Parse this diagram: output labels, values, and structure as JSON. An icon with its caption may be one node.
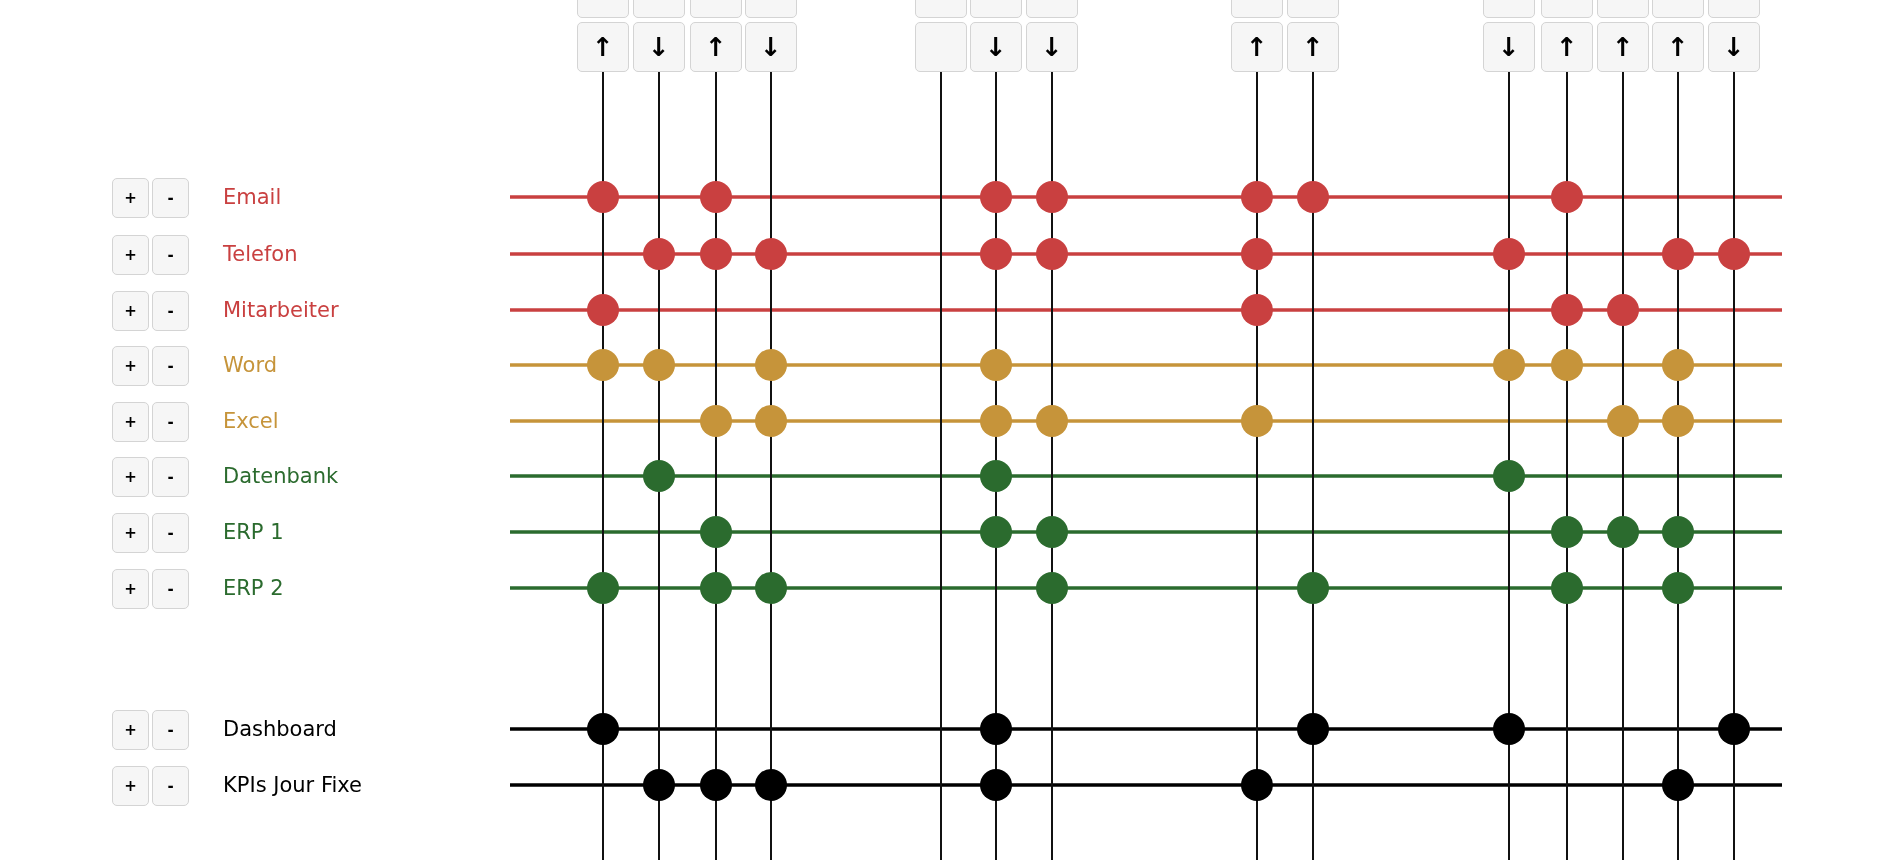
{
  "diagram": {
    "nodes": [
      {
        "text": [],
        "shape": "box"
      },
      {
        "text": [],
        "shape": "box"
      },
      {
        "text": [],
        "shape": "box"
      },
      {
        "text": [],
        "shape": "box"
      },
      {
        "text": [],
        "shape": "box"
      },
      {
        "text": [],
        "shape": "box"
      },
      {
        "text": [],
        "shape": "box"
      },
      {
        "text": [],
        "shape": "box"
      },
      {
        "text": [],
        "shape": "box"
      },
      {
        "text": [],
        "shape": "box"
      },
      {
        "text": [],
        "shape": "box"
      },
      {
        "text": [],
        "shape": "box"
      },
      {
        "text": [],
        "shape": "box"
      },
      {
        "text": [],
        "shape": "box"
      },
      {
        "text": [
          "↑"
        ]
      },
      {
        "text": [
          "↓"
        ]
      },
      {
        "text": [
          "↑"
        ]
      },
      {
        "text": [
          "↓"
        ]
      },
      {
        "text": [],
        "shape": "box"
      },
      {
        "text": [
          "↓"
        ]
      },
      {
        "text": [
          "↓"
        ]
      },
      {
        "text": [
          "↑"
        ]
      },
      {
        "text": [
          "↑"
        ]
      },
      {
        "text": [
          "↓"
        ]
      },
      {
        "text": [
          "↑"
        ]
      },
      {
        "text": [
          "↑"
        ]
      },
      {
        "text": [
          "↑"
        ]
      },
      {
        "text": [
          "↓"
        ]
      },
      {
        "text": [],
        "shape": "circle"
      },
      {
        "text": [],
        "shape": "circle"
      },
      {
        "text": [],
        "shape": "circle"
      },
      {
        "text": [],
        "shape": "circle"
      },
      {
        "text": [],
        "shape": "circle"
      },
      {
        "text": [],
        "shape": "circle"
      },
      {
        "text": [],
        "shape": "circle"
      },
      {
        "text": [],
        "shape": "circle"
      },
      {
        "text": [],
        "shape": "circle"
      },
      {
        "text": [],
        "shape": "circle"
      },
      {
        "text": [],
        "shape": "circle"
      },
      {
        "text": [],
        "shape": "circle"
      },
      {
        "text": [],
        "shape": "circle"
      },
      {
        "text": [],
        "shape": "circle"
      },
      {
        "text": [],
        "shape": "circle"
      },
      {
        "text": [],
        "shape": "circle"
      },
      {
        "text": [],
        "shape": "circle"
      },
      {
        "text": [],
        "shape": "circle"
      },
      {
        "text": [],
        "shape": "circle"
      },
      {
        "text": [],
        "shape": "circle"
      },
      {
        "text": [],
        "shape": "circle"
      },
      {
        "text": [],
        "shape": "circle"
      },
      {
        "text": [],
        "shape": "circle"
      },
      {
        "text": [],
        "shape": "circle"
      },
      {
        "text": [],
        "shape": "circle"
      },
      {
        "text": [],
        "shape": "circle"
      },
      {
        "text": [],
        "shape": "circle"
      },
      {
        "text": [],
        "shape": "circle"
      },
      {
        "text": [],
        "shape": "circle"
      },
      {
        "text": [],
        "shape": "circle"
      },
      {
        "text": [],
        "shape": "circle"
      },
      {
        "text": [],
        "shape": "circle"
      },
      {
        "text": [],
        "shape": "circle"
      },
      {
        "text": [],
        "shape": "circle"
      },
      {
        "text": [],
        "shape": "circle"
      },
      {
        "text": [],
        "shape": "circle"
      },
      {
        "text": [],
        "shape": "circle"
      },
      {
        "text": [],
        "shape": "circle"
      },
      {
        "text": [],
        "shape": "circle"
      },
      {
        "text": [],
        "shape": "circle"
      },
      {
        "text": [],
        "shape": "circle"
      },
      {
        "text": [],
        "shape": "circle"
      },
      {
        "text": [],
        "shape": "circle"
      },
      {
        "text": [],
        "shape": "circle"
      },
      {
        "text": [],
        "shape": "circle"
      },
      {
        "text": [],
        "shape": "circle"
      },
      {
        "text": [],
        "shape": "circle"
      },
      {
        "text": [],
        "shape": "circle"
      },
      {
        "text": [],
        "shape": "circle"
      },
      {
        "text": [],
        "shape": "circle"
      },
      {
        "text": [],
        "shape": "circle"
      },
      {
        "text": [],
        "shape": "circle"
      },
      {
        "text": [],
        "shape": "circle"
      },
      {
        "text": [],
        "shape": "circle"
      },
      {
        "text": [],
        "shape": "circle"
      },
      {
        "text": [],
        "shape": "circle"
      },
      {
        "text": [],
        "shape": "circle"
      },
      {
        "text": [],
        "shape": "circle"
      },
      {
        "text": [],
        "shape": "circle"
      },
      {
        "text": [],
        "shape": "circle"
      },
      {
        "text": [],
        "shape": "circle"
      }
    ],
    "edges": [
      {
        "from": 14,
        "to": null,
        "arrow": "none"
      },
      {
        "from": 15,
        "to": null,
        "arrow": "none"
      },
      {
        "from": 16,
        "to": null,
        "arrow": "none"
      },
      {
        "from": 17,
        "to": null,
        "arrow": "none"
      },
      {
        "from": 18,
        "to": null,
        "arrow": "none"
      },
      {
        "from": 19,
        "to": null,
        "arrow": "none"
      },
      {
        "from": 20,
        "to": null,
        "arrow": "none"
      },
      {
        "from": 21,
        "to": null,
        "arrow": "none"
      },
      {
        "from": 22,
        "to": null,
        "arrow": "none"
      },
      {
        "from": 23,
        "to": null,
        "arrow": "none"
      },
      {
        "from": 24,
        "to": null,
        "arrow": "none"
      },
      {
        "from": 25,
        "to": null,
        "arrow": "none"
      },
      {
        "from": 26,
        "to": null,
        "arrow": "none"
      },
      {
        "from": 27,
        "to": null,
        "arrow": "none"
      }
    ],
    "labels": [
      "+",
      "-",
      "Email",
      "+",
      "-",
      "Telefon",
      "+",
      "-",
      "Mitarbeiter",
      "+",
      "-",
      "Word",
      "+",
      "-",
      "Excel",
      "+",
      "-",
      "Datenbank",
      "+",
      "-",
      "ERP 1",
      "+",
      "-",
      "ERP 2",
      "+",
      "-",
      "Dashboard",
      "+",
      "-",
      "KPIs Jour Fixe"
    ]
  }
}
